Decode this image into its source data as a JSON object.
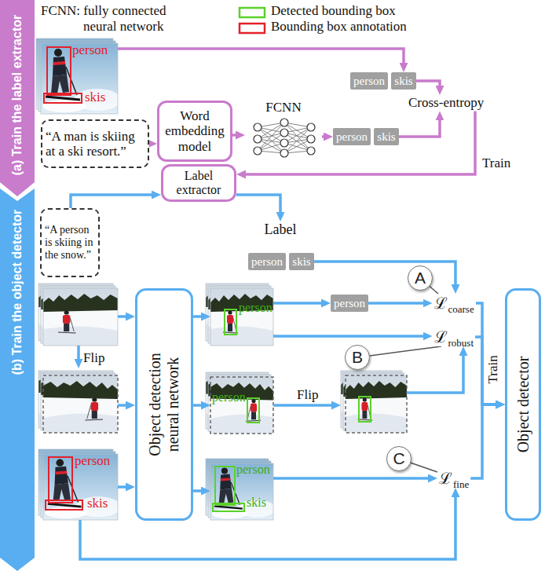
{
  "diagram": {
    "nodes": [
      {
        "text": [
          "(a) Train the label extractor"
        ]
      },
      {
        "text": [
          "person",
          "skis"
        ]
      },
      {
        "text": [
          "person"
        ]
      },
      {
        "text": [
          "skis"
        ]
      },
      {
        "text": [
          "“A man is skiing at a ski resort.”"
        ]
      },
      {
        "text": [
          "Word embedding model"
        ]
      },
      {
        "text": [
          "FCNN"
        ]
      },
      {
        "text": [
          "person"
        ]
      },
      {
        "text": [
          "skis"
        ]
      },
      {
        "text": [
          "Cross-entropy"
        ]
      },
      {
        "text": [
          "Label extractor"
        ]
      },
      {
        "text": [
          "(b) Train the object detector"
        ]
      },
      {
        "text": [
          "“A person is skiing in the snow.”"
        ]
      },
      {
        "text": [
          "Label"
        ]
      },
      {
        "text": [
          "person"
        ]
      },
      {
        "text": [
          "skis"
        ]
      },
      {
        "text": [
          "Object detection neural network"
        ]
      },
      {
        "text": [
          "person"
        ]
      },
      {
        "text": [
          "person"
        ]
      },
      {
        "text": [
          "ℒ",
          "coarse"
        ]
      },
      {
        "text": [
          "A"
        ]
      },
      {
        "text": [
          "ℒ",
          "robust"
        ]
      },
      {
        "text": [
          "B"
        ]
      },
      {
        "text": [
          "person"
        ]
      },
      {
        "text": [
          "person",
          "skis"
        ]
      },
      {
        "text": [
          "person",
          "skis"
        ]
      },
      {
        "text": [
          "C"
        ]
      },
      {
        "text": [
          "ℒ",
          "fine"
        ]
      },
      {
        "text": [
          "Object detector"
        ]
      }
    ],
    "edges": [
      {
        "from": 1,
        "to": 3,
        "arrow": "to"
      },
      {
        "from": 3,
        "to": 9,
        "arrow": "to"
      },
      {
        "from": 4,
        "to": 5,
        "arrow": "to"
      },
      {
        "from": 5,
        "to": 6,
        "arrow": "to"
      },
      {
        "from": 6,
        "to": 7,
        "arrow": "to"
      },
      {
        "from": 8,
        "to": 9,
        "arrow": "to"
      },
      {
        "from": 9,
        "to": 10,
        "label": "Train",
        "arrow": "to"
      },
      {
        "from": 12,
        "to": 10,
        "arrow": "to"
      },
      {
        "from": 10,
        "to": 13,
        "arrow": "to"
      },
      {
        "from": 15,
        "to": 19,
        "arrow": "to"
      },
      {
        "from": 17,
        "to": 18,
        "arrow": "to"
      },
      {
        "from": 18,
        "to": 19,
        "arrow": "to"
      },
      {
        "from": 17,
        "to": 21,
        "arrow": "to"
      },
      {
        "from": 20,
        "to": 19,
        "arrow": "none"
      },
      {
        "from": 22,
        "to": 21,
        "arrow": "none"
      },
      {
        "from": 16,
        "to": 17,
        "arrow": "to"
      },
      {
        "from": 16,
        "to": 23,
        "arrow": "to"
      },
      {
        "from": 16,
        "to": 25,
        "arrow": "to"
      },
      {
        "from": 24,
        "to": 16,
        "arrow": "to"
      },
      {
        "from": 25,
        "to": 27,
        "arrow": "to"
      },
      {
        "from": 24,
        "to": 27,
        "arrow": "to"
      },
      {
        "from": 26,
        "to": 27,
        "arrow": "none"
      },
      {
        "from": 19,
        "to": 28,
        "arrow": "to"
      },
      {
        "from": 21,
        "to": 28,
        "label": "Train",
        "arrow": "to"
      },
      {
        "from": 27,
        "to": 28,
        "arrow": "to"
      }
    ],
    "labels": [
      "FCNN: fully connected neural network",
      "Flip",
      "Flip"
    ],
    "legend": [
      {
        "text": "Detected bounding box"
      },
      {
        "text": "Bounding box annotation"
      }
    ]
  }
}
